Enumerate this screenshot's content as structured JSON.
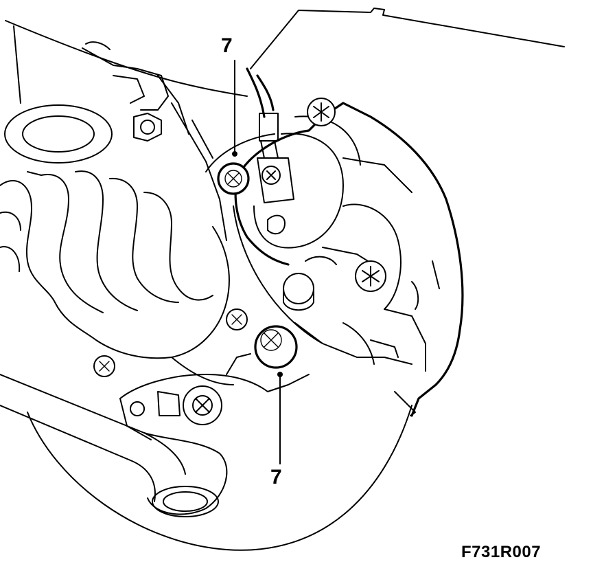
{
  "callouts": {
    "top_label": "7",
    "bottom_label": "7"
  },
  "figure_code": "F731R007"
}
